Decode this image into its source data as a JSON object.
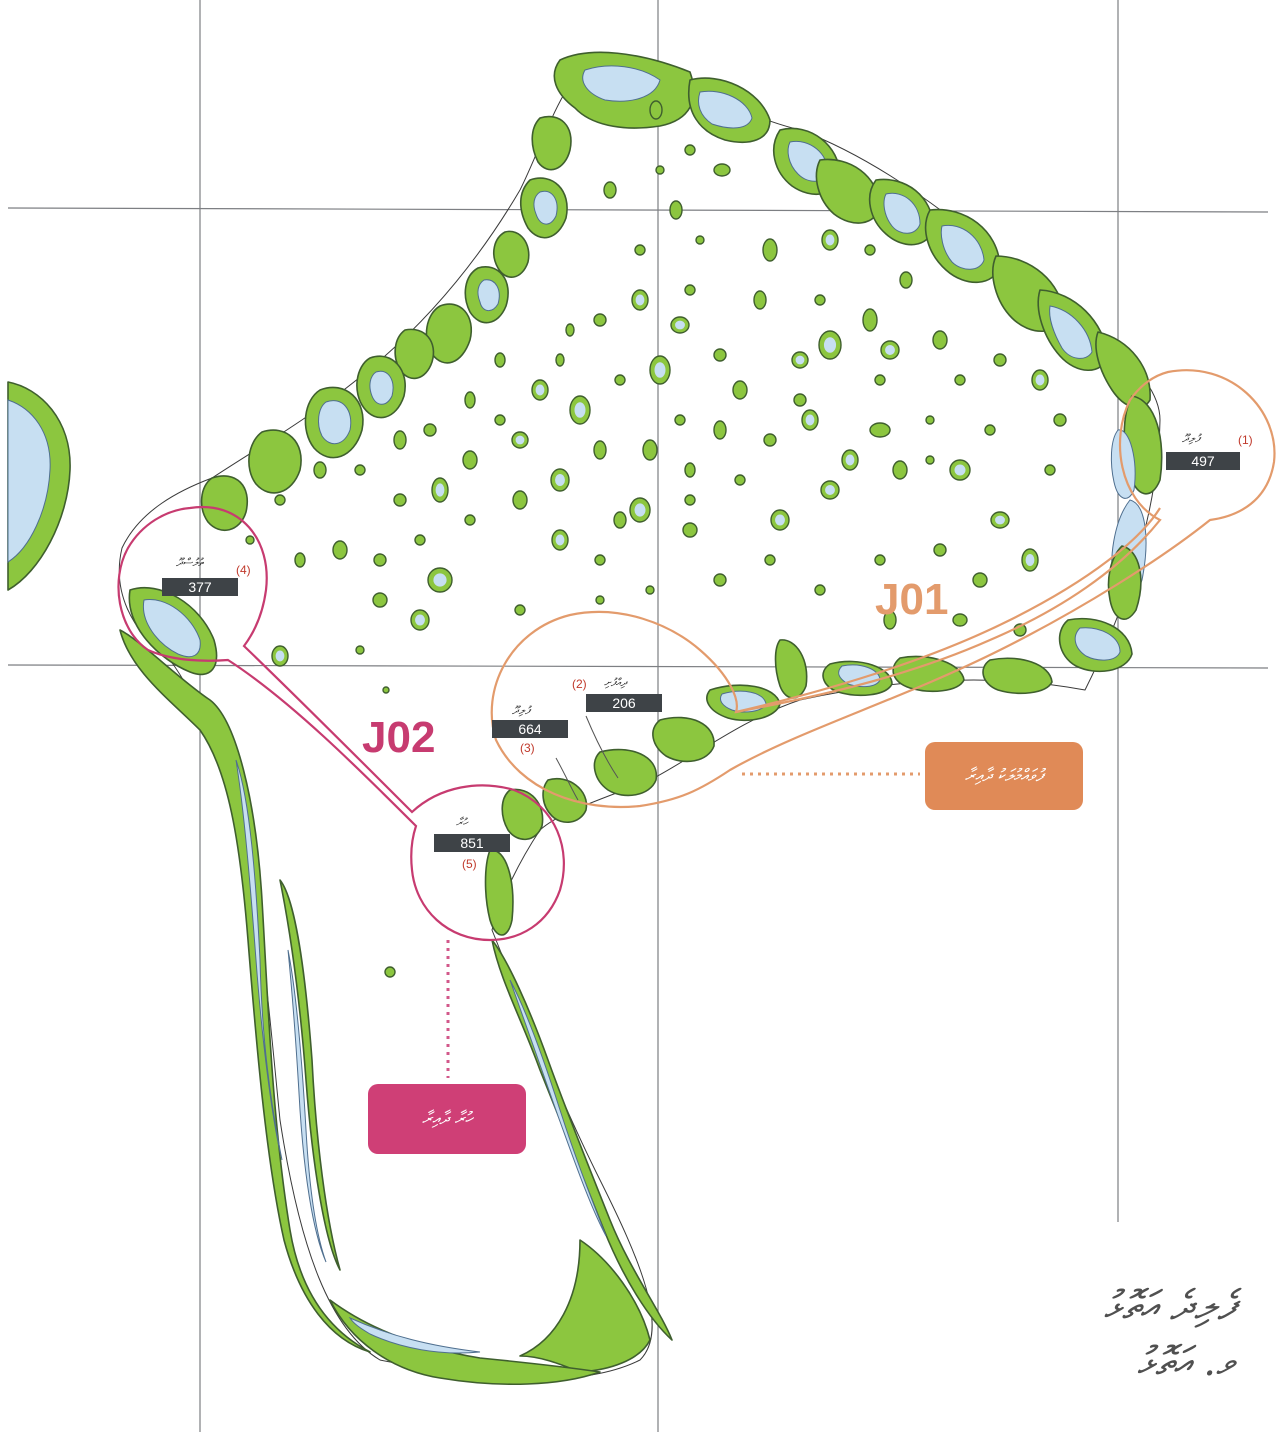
{
  "zones": [
    {
      "id": "J01",
      "label": "J01",
      "tag_label": "ފުވައްމުލަކު ދާއިރާ",
      "color": "#e08a57"
    },
    {
      "id": "J02",
      "label": "J02",
      "tag_label": "ހުރާ ދާއިރާ",
      "color": "#cf3f76"
    }
  ],
  "islands": [
    {
      "index": "(1)",
      "name": "ފުލިދޫ",
      "number": "497"
    },
    {
      "index": "(2)",
      "name": "ދިއްފުށި",
      "number": "206"
    },
    {
      "index": "(3)",
      "name": "ފުލިދޫ",
      "number": "664"
    },
    {
      "index": "(4)",
      "name": "ތުލުސްދޫ",
      "number": "377"
    },
    {
      "index": "(5)",
      "name": "ހުރާ",
      "number": "851"
    }
  ],
  "title": {
    "line1": "ފެލިދެ އަތޮޅު",
    "line2": "ވ. އަތޮޅު"
  },
  "colors": {
    "reef": "#8cc63f",
    "lagoon": "#c7dff2",
    "zone_j01": "#e39b6c",
    "zone_j02": "#c73b70"
  }
}
